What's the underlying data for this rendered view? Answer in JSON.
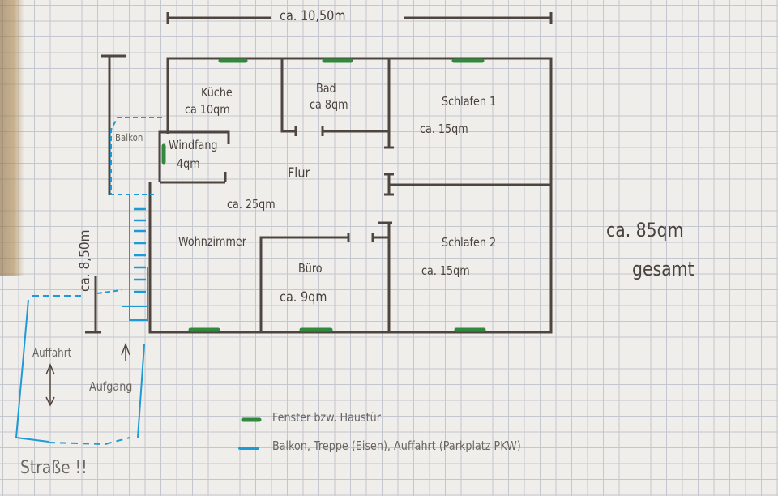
{
  "dimensions": {
    "width": "ca. 10,50m",
    "height": "ca. 8,50m"
  },
  "rooms": [
    {
      "name": "Küche",
      "area": "ca 10qm"
    },
    {
      "name": "Bad",
      "area": "ca 8qm"
    },
    {
      "name": "Schlafen 1",
      "area": "ca. 15qm"
    },
    {
      "name": "Windfang",
      "area": "4qm"
    },
    {
      "name": "Flur",
      "area": "ca. 25qm"
    },
    {
      "name": "Wohnzimmer",
      "area": ""
    },
    {
      "name": "Büro",
      "area": "ca. 9qm"
    },
    {
      "name": "Schlafen 2",
      "area": "ca. 15qm"
    }
  ],
  "outside": {
    "balkon": "Balkon",
    "auffahrt": "Auffahrt",
    "aufgang": "Aufgang",
    "strasse": "Straße !!"
  },
  "total": {
    "line1": "ca. 85qm",
    "line2": "gesamt"
  },
  "legend": [
    {
      "label": "Fenster bzw. Haustür",
      "color": "#2f8a3c"
    },
    {
      "label": "Balkon, Treppe (Eisen), Auffahrt (Parkplatz PKW)",
      "color": "#1e9ad6"
    }
  ],
  "colors": {
    "wall": "#4f4540",
    "window": "#2f8a3c",
    "outdoor": "#1e9ad6"
  }
}
